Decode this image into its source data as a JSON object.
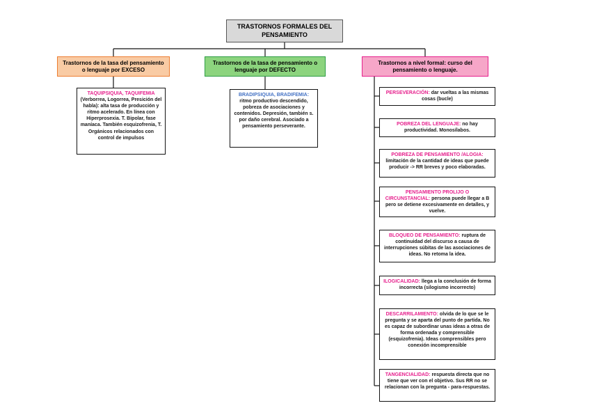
{
  "colors": {
    "root_fill": "#d9d9d9",
    "exceso_fill": "#f9cba4",
    "exceso_border": "#ed7d31",
    "defecto_fill": "#8cd47e",
    "defecto_border": "#2e9e46",
    "formal_fill": "#f6a6c8",
    "formal_border": "#e61f8c",
    "leaf_title_pink": "#e61f8c",
    "leaf_title_blue": "#4472c4"
  },
  "root": {
    "label": "TRASTORNOS FORMALES DEL PENSAMIENTO"
  },
  "branches": [
    {
      "label": "Trastornos de la tasa del pensamiento o lenguaje por EXCESO"
    },
    {
      "label": "Trastornos de la tasa de pensamiento o lenguaje por DEFECTO"
    },
    {
      "label": "Trastornos a nivel formal: curso del pensamiento o lenguaje."
    }
  ],
  "exceso_child": {
    "title": "TAQUIPSIQUIA, TAQUIFEMIA",
    "body": "(Verborrea, Logorrea, Presición del habla): alta tasa de producción y ritmo acelerado. En línea con Hiperprosexia. T. Bipolar, fase maníaca. También esquizofrenia, T. Orgánicos relacionados con control de impulsos"
  },
  "defecto_child": {
    "title": "BRADIPSIQUIA, BRADIFEMIA:",
    "body": "ritmo productivo descendido, pobreza de asociaciones y contenidos. Depresión, también s. por daño cerebral. Asociado a pensamiento perseverante."
  },
  "formal_children": [
    {
      "title": "PERSEVERACIÓN:",
      "body": "dar vueltas a las mismas cosas (bucle)"
    },
    {
      "title": "POBREZA DEL LENGUAJE:",
      "body": "no hay productividad. Monosílabos."
    },
    {
      "title": "POBREZA DE PENSAMIENTO /ALOGIA:",
      "body": "limitación de la cantidad de ideas que puede producir -> RR breves y poco elaboradas."
    },
    {
      "title": "PENSAMIENTO PROLIJO O CIRCUNSTANCIAL:",
      "body": "persona puede llegar a B pero se detiene excesivamente en detalles, y vuelve."
    },
    {
      "title": "BLOQUEO DE PENSAMIENTO:",
      "body": "ruptura de continuidad del discurso a causa de interrupciones súbitas de las asociaciones de ideas. No retoma la idea."
    },
    {
      "title": "ILOGICALIDAD:",
      "body": "llega a la conclusión de forma incorrecta (silogismo incorrecto)"
    },
    {
      "title": "DESCARRILAMIENTO:",
      "body": "olvida de lo que se le pregunta y se aparta del punto de partida. No es capaz de subordinar unas ideas a otras de forma ordenada y comprensible (esquizofrenia). Ideas comprensibles pero conexión incomprensible"
    },
    {
      "title": "TANGENCIALIDAD:",
      "body": "respuesta directa que no tiene que ver con el objetivo. Sus RR no se relacionan con la pregunta - para-respuestas."
    }
  ]
}
